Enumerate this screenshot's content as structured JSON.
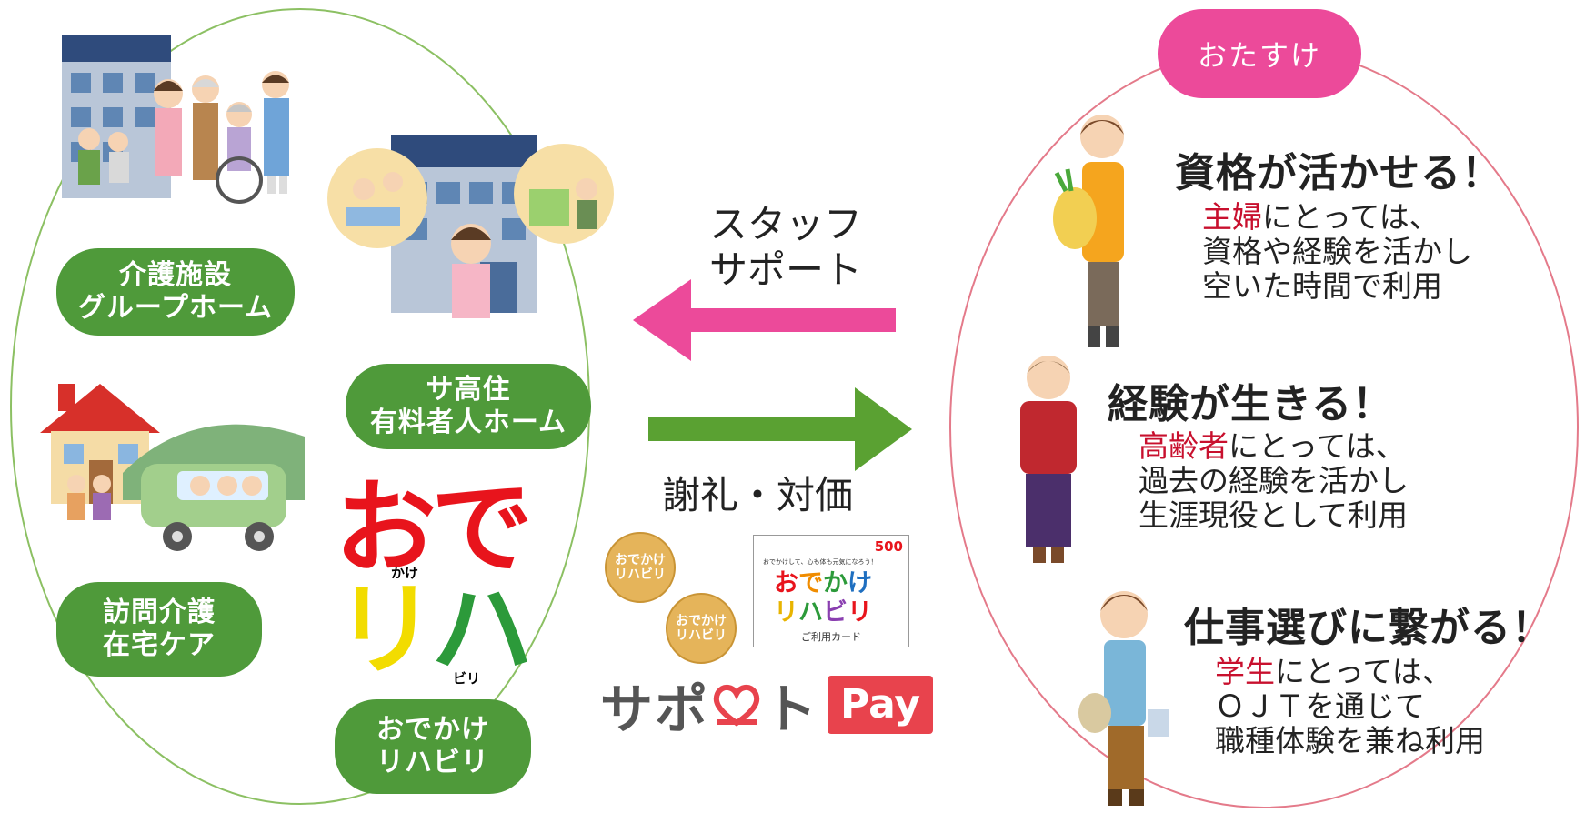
{
  "left_group": {
    "facility_pill": [
      "介護施設",
      "グループホーム"
    ],
    "sakoju_pill": [
      "サ高住",
      "有料者人ホーム"
    ],
    "homecare_pill": [
      "訪問介護",
      "在宅ケア"
    ],
    "odekake_pill": [
      "おでかけ",
      "リハビリ"
    ],
    "logo": {
      "top": "おで",
      "top_small": "かけ",
      "bottom": "リハ",
      "bottom_small": "ビリ"
    }
  },
  "middle": {
    "staff_label": [
      "スタッフ",
      "サポート"
    ],
    "reward_label": "謝礼・対価",
    "coin_text": [
      "おでかけ",
      "リハビリ"
    ],
    "card": {
      "value": "500",
      "small_text": "おでかけして、心も体も元気になろう！",
      "title_line1": "おでかけ",
      "title_line2": "リハビリ",
      "caption": "ご利用カード"
    },
    "support_pay": {
      "text": "サポ",
      "text2": "ト",
      "pay": "Pay"
    }
  },
  "right_group": {
    "badge": "おたすけ",
    "items": [
      {
        "heading": "資格が活かせる！",
        "highlight": "主婦",
        "line1_rest": "にとっては、",
        "line2": "資格や経験を活かし",
        "line3": "空いた時間で利用"
      },
      {
        "heading": "経験が生きる！",
        "highlight": "高齢者",
        "line1_rest": "にとっては、",
        "line2": "過去の経験を活かし",
        "line3": "生涯現役として利用"
      },
      {
        "heading": "仕事選びに繋がる！",
        "highlight": "学生",
        "line1_rest": "にとっては、",
        "line2": "ＯＪＴを通じて",
        "line3": "職種体験を兼ね利用"
      }
    ]
  },
  "colors": {
    "green": "#4f9a3a",
    "pink": "#ec4a9a",
    "arrow_green": "#5aa132",
    "red_text": "#c8102e",
    "coin": "#e5b45a",
    "pay_red": "#e8434d"
  }
}
